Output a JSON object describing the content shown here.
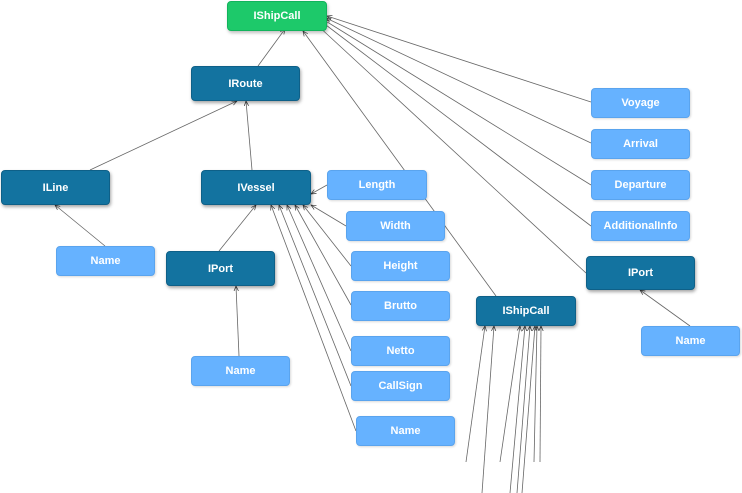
{
  "diagram": {
    "nodes": {
      "ishipcall_root": "IShipCall",
      "iroute": "IRoute",
      "iline": "ILine",
      "ivessel": "IVessel",
      "iport_vessel": "IPort",
      "iport_root": "IPort",
      "ishipcall_child": "IShipCall",
      "line_name": "Name",
      "port_name": "Name",
      "vessel_name": "Name",
      "port2_name": "Name",
      "length": "Length",
      "width": "Width",
      "height": "Height",
      "brutto": "Brutto",
      "netto": "Netto",
      "callsign": "CallSign",
      "voyage": "Voyage",
      "arrival": "Arrival",
      "departure": "Departure",
      "additionalinfo": "AdditionalInfo"
    },
    "colors": {
      "interface_node": "#1373a0",
      "property_node": "#66b2ff",
      "selected_node": "#1dc96a",
      "edge": "#555555"
    }
  }
}
